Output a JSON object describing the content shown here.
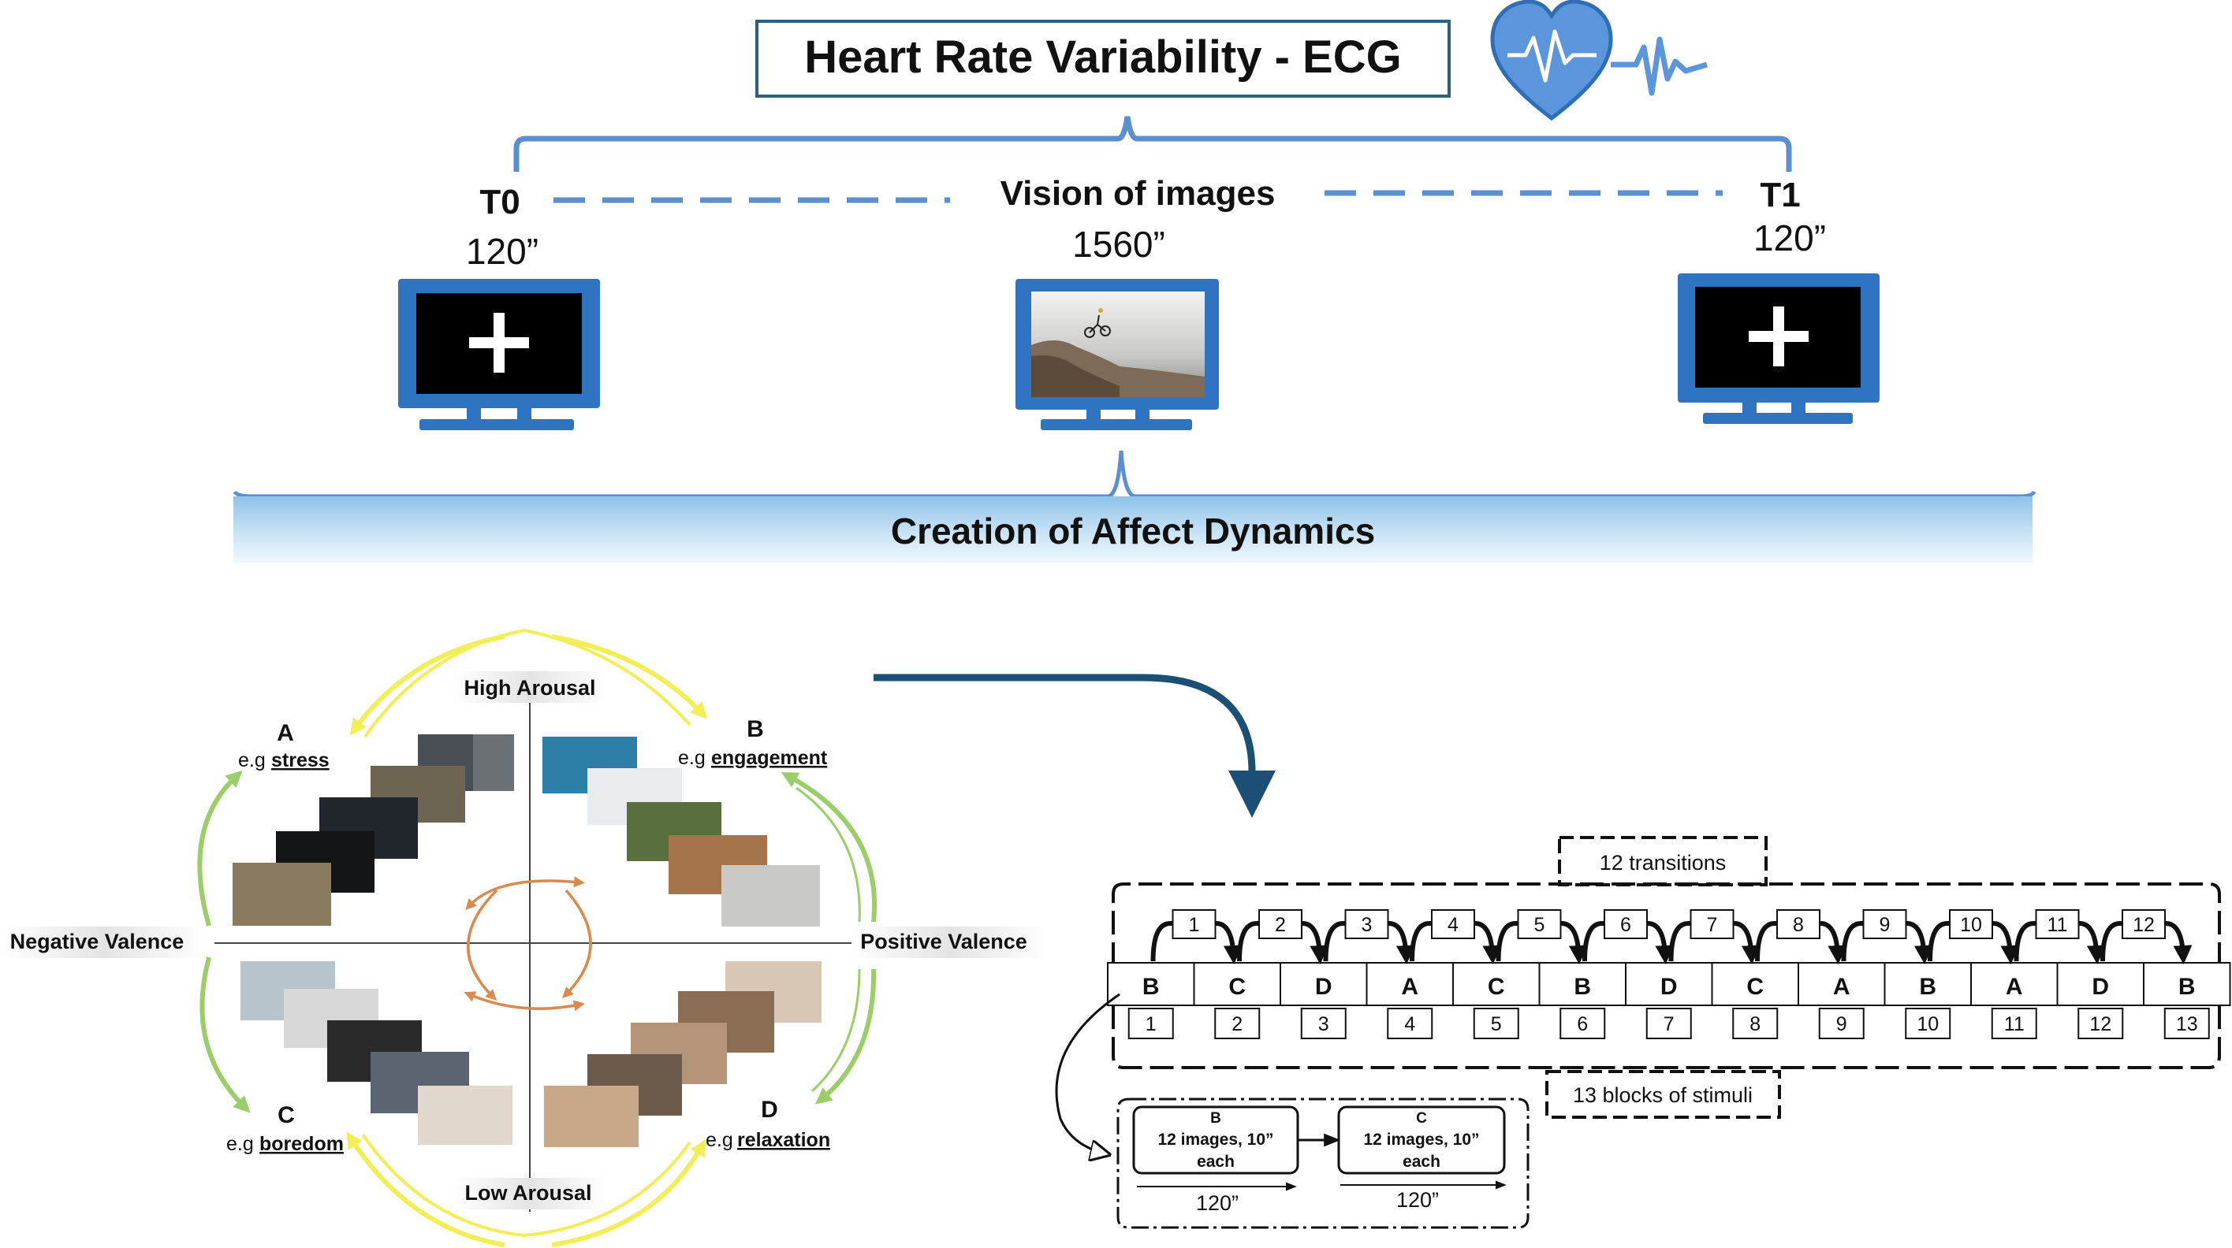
{
  "header": {
    "title": "Heart Rate Variability - ECG",
    "t0_label": "T0",
    "t0_duration": "120”",
    "vision_label": "Vision of images",
    "vision_duration": "1560”",
    "t1_label": "T1",
    "t1_duration": "120”",
    "banner": "Creation of Affect Dynamics"
  },
  "icons": {
    "heart": "heart-ecg-icon",
    "fixation": "fixation-cross-icon",
    "monitor": "monitor-icon"
  },
  "circumplex": {
    "high_arousal": "High Arousal",
    "low_arousal": "Low Arousal",
    "negative_valence": "Negative Valence",
    "positive_valence": "Positive Valence",
    "quadrants": [
      {
        "letter": "A",
        "prefix": "e.g",
        "example": "stress"
      },
      {
        "letter": "B",
        "prefix": "e.g",
        "example": "engagement"
      },
      {
        "letter": "C",
        "prefix": "e.g",
        "example": "boredom"
      },
      {
        "letter": "D",
        "prefix": "e.g",
        "example": "relaxation"
      }
    ]
  },
  "sequence": {
    "transitions_label": "12 transitions",
    "blocks_label": "13 blocks of stimuli",
    "blocks": [
      "B",
      "C",
      "D",
      "A",
      "C",
      "B",
      "D",
      "C",
      "A",
      "B",
      "A",
      "D",
      "B"
    ],
    "block_numbers": [
      "1",
      "2",
      "3",
      "4",
      "5",
      "6",
      "7",
      "8",
      "9",
      "10",
      "11",
      "12",
      "13"
    ],
    "transition_numbers": [
      "1",
      "2",
      "3",
      "4",
      "5",
      "6",
      "7",
      "8",
      "9",
      "10",
      "11",
      "12"
    ],
    "detail": [
      {
        "letter": "B",
        "line1": "12 images, 10”",
        "line2": "each",
        "duration": "120”"
      },
      {
        "letter": "C",
        "line1": "12 images, 10”",
        "line2": "each",
        "duration": "120”"
      }
    ]
  },
  "colors": {
    "accent_blue": "#5b8fd0",
    "title_border": "#2f5f7a",
    "monitor_blue": "#2f74c0",
    "arrow_navy": "#1c4f74",
    "yellow_arrow": "#f2ee55",
    "green_arrow": "#9bcd68",
    "orange_arrow": "#d98a4e"
  }
}
